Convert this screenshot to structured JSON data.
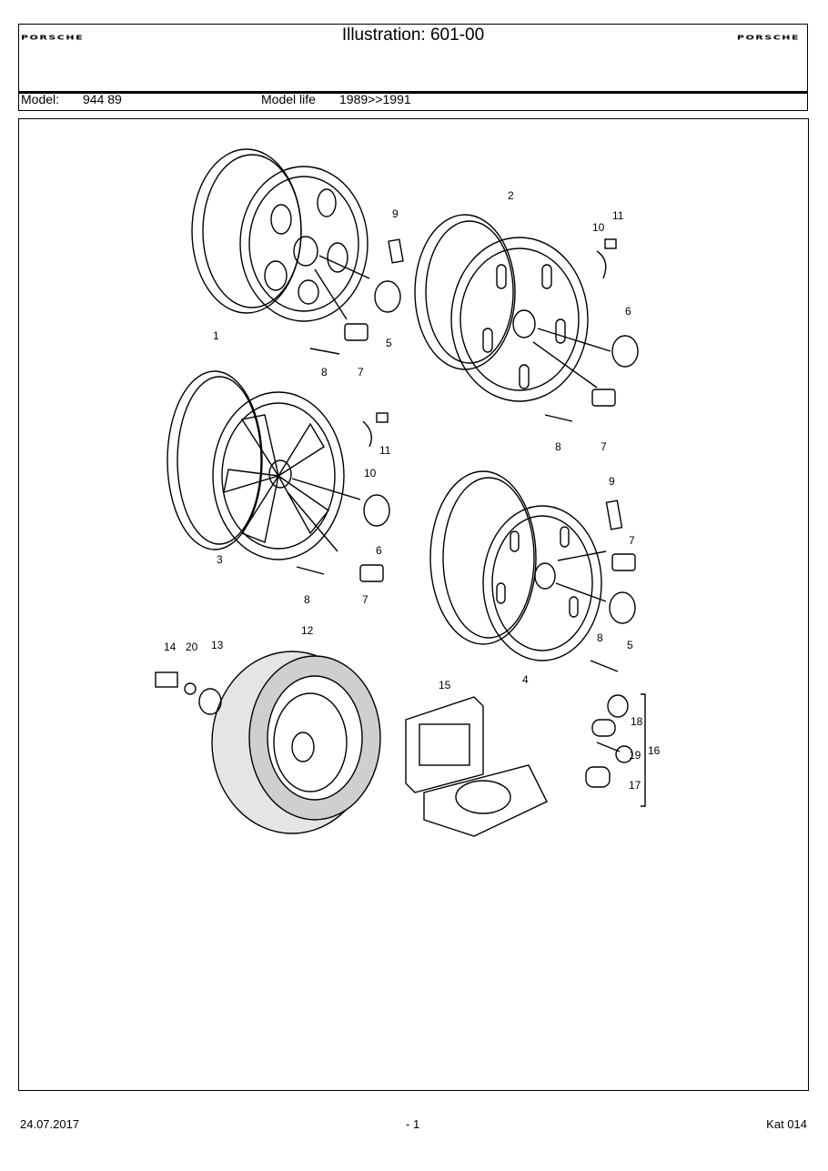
{
  "header": {
    "brand_left": "PORSCHE",
    "brand_right": "PORSCHE",
    "title": "Illustration: 601-00",
    "model_label": "Model:",
    "model_value": "944 89",
    "life_label": "Model life",
    "life_value": "1989>>1991"
  },
  "diagram": {
    "callouts": [
      "1",
      "2",
      "3",
      "4",
      "5",
      "5",
      "6",
      "6",
      "7",
      "7",
      "7",
      "7",
      "8",
      "8",
      "8",
      "8",
      "9",
      "9",
      "10",
      "10",
      "11",
      "11",
      "12",
      "13",
      "14",
      "15",
      "16",
      "17",
      "18",
      "19",
      "20"
    ]
  },
  "footer": {
    "date": "24.07.2017",
    "page": "- 1",
    "catalog": "Kat 014"
  }
}
